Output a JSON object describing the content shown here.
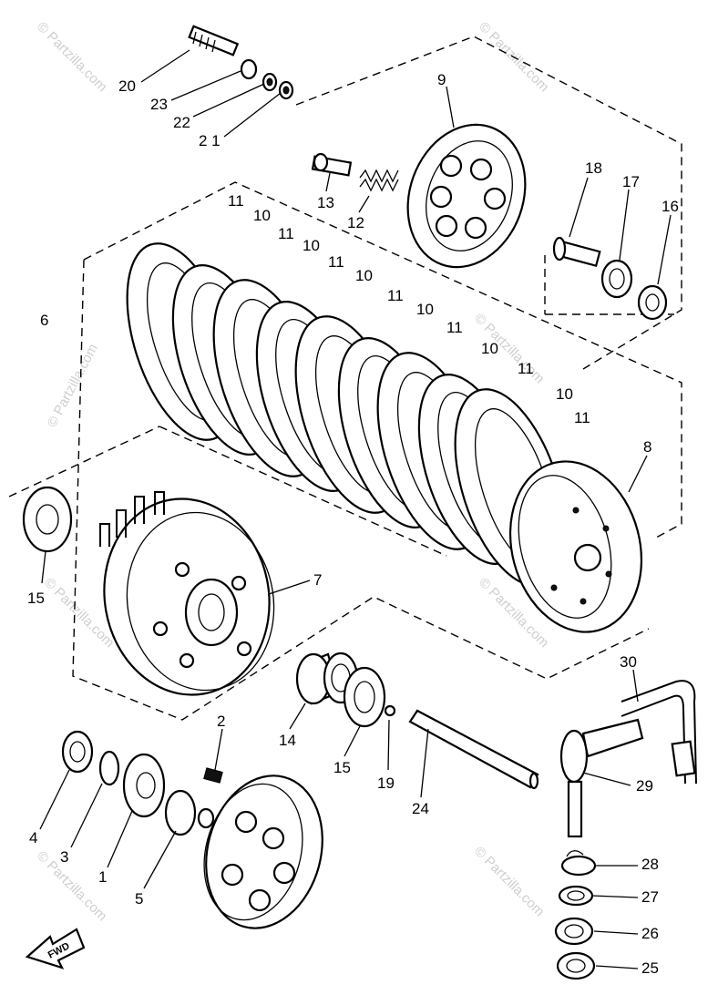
{
  "watermark": {
    "text": "© Partzilla.com"
  },
  "direction_marker": {
    "label": "FWD"
  },
  "callouts": [
    {
      "id": "20",
      "label": "20"
    },
    {
      "id": "23",
      "label": "23"
    },
    {
      "id": "22",
      "label": "22"
    },
    {
      "id": "21",
      "label": "2 1"
    },
    {
      "id": "9",
      "label": "9"
    },
    {
      "id": "13",
      "label": "13"
    },
    {
      "id": "12",
      "label": "12"
    },
    {
      "id": "18",
      "label": "18"
    },
    {
      "id": "17",
      "label": "17"
    },
    {
      "id": "16",
      "label": "16"
    },
    {
      "id": "6",
      "label": "6"
    },
    {
      "id": "11a",
      "label": "11"
    },
    {
      "id": "10a",
      "label": "10"
    },
    {
      "id": "11b",
      "label": "11"
    },
    {
      "id": "10b",
      "label": "10"
    },
    {
      "id": "11c",
      "label": "11"
    },
    {
      "id": "10c",
      "label": "10"
    },
    {
      "id": "11d",
      "label": "11"
    },
    {
      "id": "10d",
      "label": "10"
    },
    {
      "id": "11e",
      "label": "11"
    },
    {
      "id": "10e",
      "label": "10"
    },
    {
      "id": "11f",
      "label": "11"
    },
    {
      "id": "10f",
      "label": "10"
    },
    {
      "id": "11g",
      "label": "11"
    },
    {
      "id": "8",
      "label": "8"
    },
    {
      "id": "15a",
      "label": "15"
    },
    {
      "id": "7",
      "label": "7"
    },
    {
      "id": "30",
      "label": "30"
    },
    {
      "id": "14",
      "label": "14"
    },
    {
      "id": "15b",
      "label": "15"
    },
    {
      "id": "19",
      "label": "19"
    },
    {
      "id": "24",
      "label": "24"
    },
    {
      "id": "29",
      "label": "29"
    },
    {
      "id": "2",
      "label": "2"
    },
    {
      "id": "4",
      "label": "4"
    },
    {
      "id": "3",
      "label": "3"
    },
    {
      "id": "1",
      "label": "1"
    },
    {
      "id": "5",
      "label": "5"
    },
    {
      "id": "28",
      "label": "28"
    },
    {
      "id": "27",
      "label": "27"
    },
    {
      "id": "26",
      "label": "26"
    },
    {
      "id": "25",
      "label": "25"
    }
  ]
}
